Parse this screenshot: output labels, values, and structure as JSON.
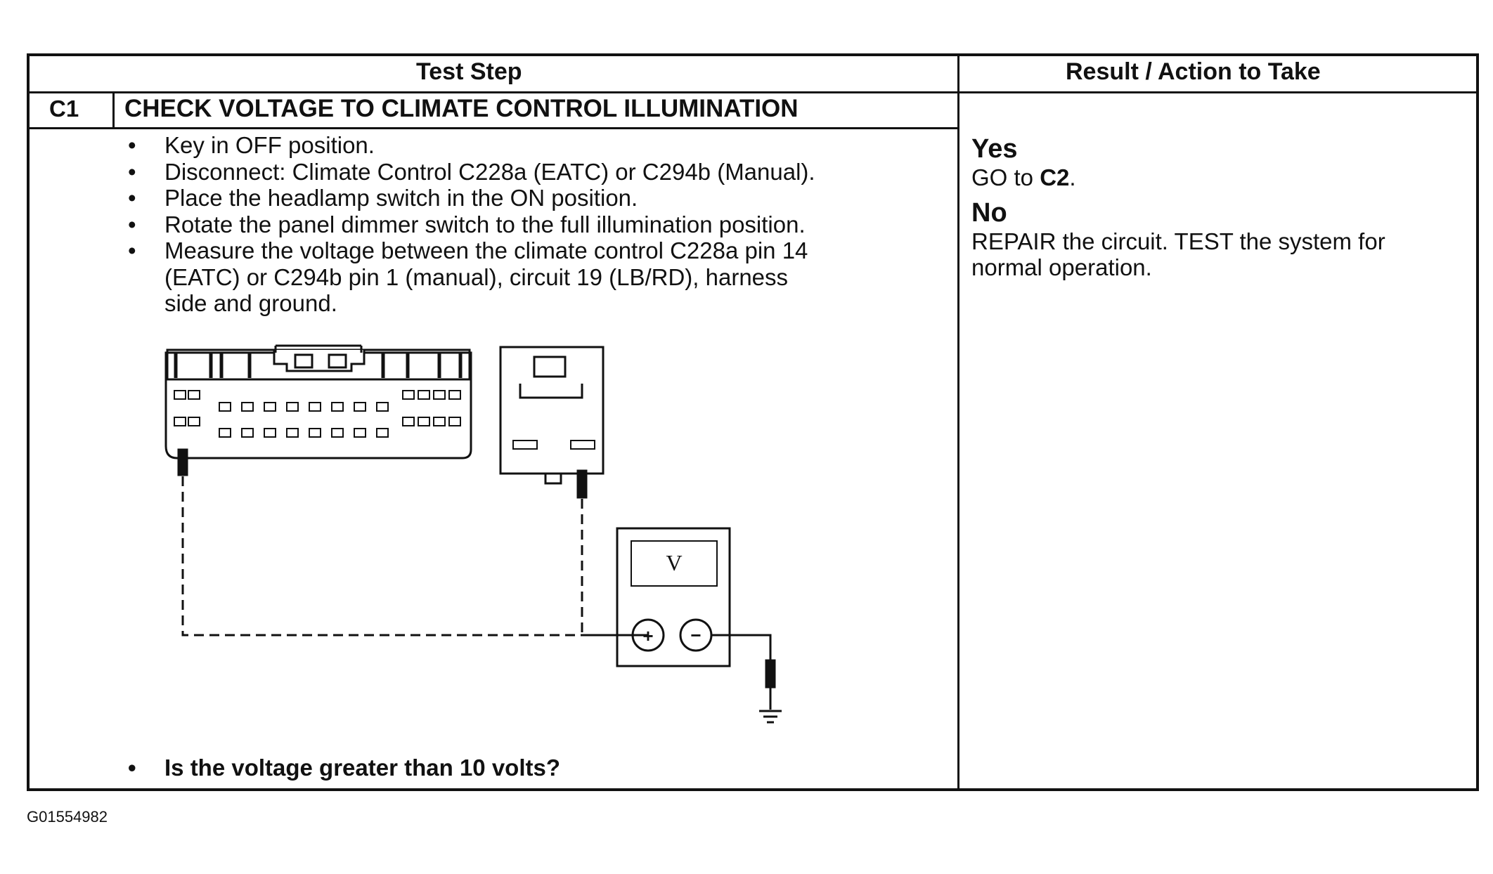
{
  "header": {
    "test_step": "Test Step",
    "result_action": "Result / Action to Take"
  },
  "step": {
    "id": "C1",
    "title": "CHECK VOLTAGE TO CLIMATE CONTROL ILLUMINATION",
    "bullets": [
      "Key in OFF position.",
      "Disconnect: Climate Control C228a (EATC) or C294b (Manual).",
      "Place the headlamp switch in the ON position.",
      "Rotate the panel dimmer switch to the full illumination position.",
      "Measure the voltage between the climate control C228a pin 14\n(EATC) or C294b pin 1 (manual), circuit 19 (LB/RD), harness\nside and ground."
    ],
    "question": "Is the voltage greater than 10 volts?"
  },
  "results": {
    "yes_label": "Yes",
    "yes_action_prefix": "GO to ",
    "yes_action_target": "C2",
    "yes_action_suffix": ".",
    "no_label": "No",
    "no_action": "REPAIR the circuit. TEST the system for\nnormal operation."
  },
  "diagram": {
    "meter_symbol": "V",
    "plus_symbol": "+",
    "minus_symbol": "−",
    "icons": [
      "connector-c228a-icon",
      "connector-c294b-icon",
      "voltmeter-icon",
      "ground-symbol-icon",
      "test-probe-icon"
    ]
  },
  "footer": {
    "figure_id": "G01554982"
  },
  "bullet_char": "•"
}
